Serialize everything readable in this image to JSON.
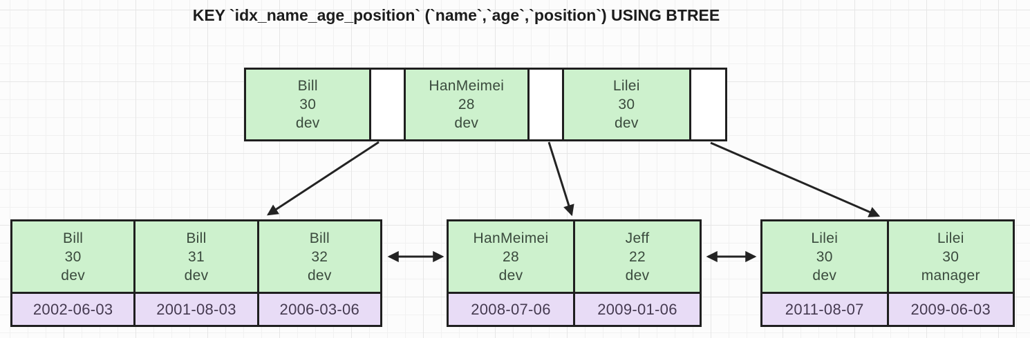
{
  "title": "KEY `idx_name_age_position` (`name`,`age`,`position`) USING BTREE",
  "colors": {
    "key_cell_fill": "#cdf1cd",
    "date_cell_fill": "#e8dcf6",
    "border": "#1f1f1f",
    "key_text": "#3a4a3d",
    "date_text": "#453a50"
  },
  "root": {
    "cells": [
      {
        "name": "Bill",
        "age": "30",
        "position": "dev"
      },
      {
        "name": "HanMeimei",
        "age": "28",
        "position": "dev"
      },
      {
        "name": "Lilei",
        "age": "30",
        "position": "dev"
      }
    ]
  },
  "leaves": [
    {
      "entries": [
        {
          "name": "Bill",
          "age": "30",
          "position": "dev",
          "date": "2002-06-03"
        },
        {
          "name": "Bill",
          "age": "31",
          "position": "dev",
          "date": "2001-08-03"
        },
        {
          "name": "Bill",
          "age": "32",
          "position": "dev",
          "date": "2006-03-06"
        }
      ]
    },
    {
      "entries": [
        {
          "name": "HanMeimei",
          "age": "28",
          "position": "dev",
          "date": "2008-07-06"
        },
        {
          "name": "Jeff",
          "age": "22",
          "position": "dev",
          "date": "2009-01-06"
        }
      ]
    },
    {
      "entries": [
        {
          "name": "Lilei",
          "age": "30",
          "position": "dev",
          "date": "2011-08-07"
        },
        {
          "name": "Lilei",
          "age": "30",
          "position": "manager",
          "date": "2009-06-03"
        }
      ]
    }
  ]
}
